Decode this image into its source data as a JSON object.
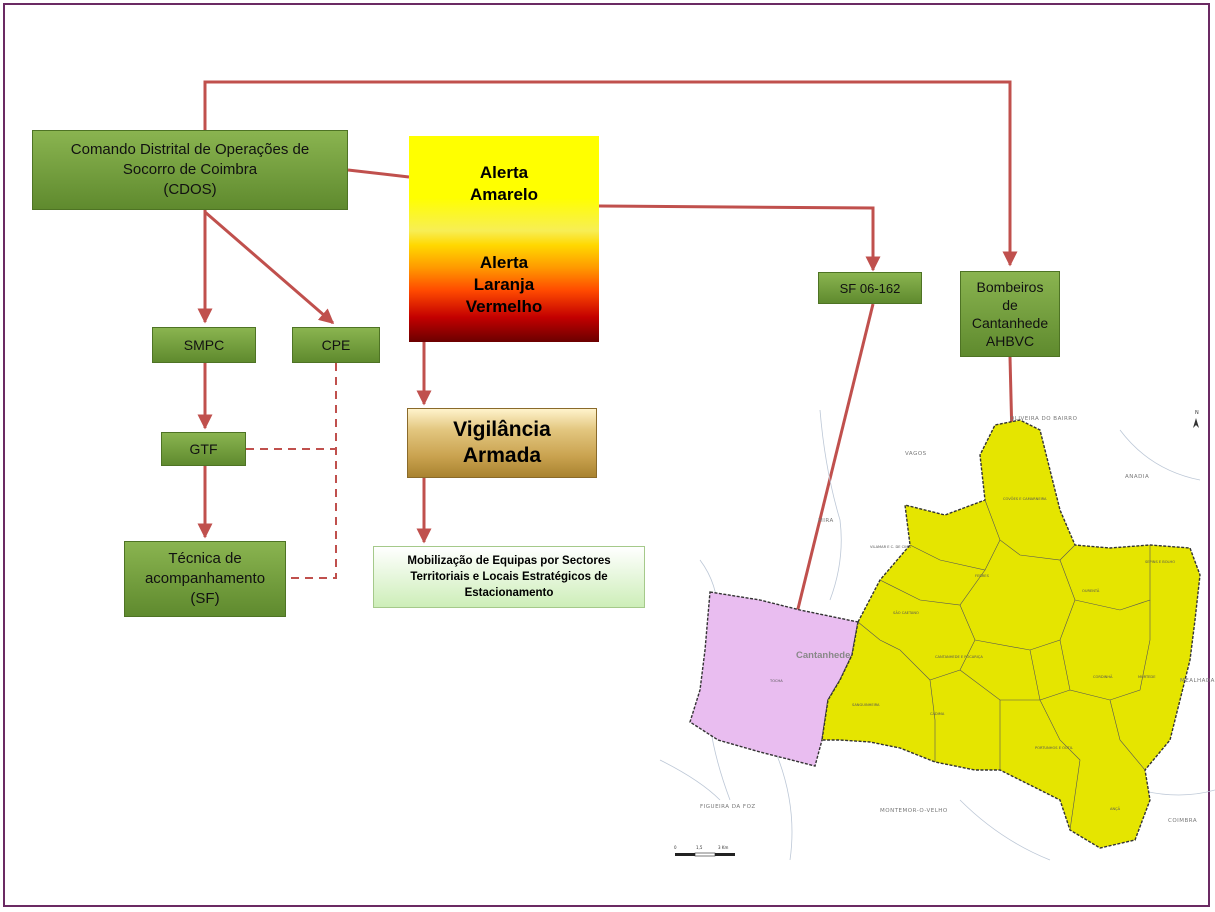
{
  "nodes": {
    "cdos": "Comando Distrital de Operações de\nSocorro de Coimbra\n(CDOS)",
    "smpc": "SMPC",
    "cpe": "CPE",
    "gtf": "GTF",
    "tecnica": "Técnica de\nacompanhamento\n(SF)",
    "alerta_amarelo": "Alerta\nAmarelo",
    "alerta_laranja": "Alerta\nLaranja\nVermelho",
    "vigilancia": "Vigilância\nArmada",
    "mobilizacao": "Mobilização de Equipas por Sectores\nTerritoriais e Locais Estratégicos de\nEstacionamento",
    "sf": "SF 06-162",
    "bombeiros": "Bombeiros\nde\nCantanhede\nAHBVC"
  },
  "colors": {
    "arrow": "#c0504d",
    "frame": "#6b2a63",
    "node_green": "#77a03f",
    "map_yellow": "#e5e500",
    "map_pink": "#e9bdf0"
  },
  "map": {
    "north": "N",
    "neighbors": {
      "oliveira": "OLIVEIRA DO BAIRRO",
      "vagos": "VAGOS",
      "anadia": "ANADIA",
      "mira": "MIRA",
      "mealhada": "MEALHADA",
      "figueira": "FIGUEIRA DA FOZ",
      "montemor": "MONTEMOR-O-VELHO",
      "coimbra": "COIMBRA"
    },
    "town": "Cantanhede",
    "parishes": {
      "covoes": "COVÕES E CAMARNEIRA",
      "vilamar": "VILAMAR E C. DE CIMA",
      "febres": "FEBRES",
      "ourenta": "OURENTÃ",
      "sepins": "SEPINS E BOLHO",
      "sao_caetano": "SÃO CAETANO",
      "cantanhede_pocarica": "CANTANHEDE E POCARIÇA",
      "tocha": "TOCHA",
      "sanguinheira": "SANGUINHEIRA",
      "cadima": "CADIMA",
      "cordinha": "CORDINHÃ",
      "murtede": "MURTEDE",
      "portunhos": "PORTUNHOS E OUTIL",
      "anca": "ANÇÃ"
    },
    "scale": {
      "t0": "0",
      "t1": "1,5",
      "t2": "3 Km"
    }
  }
}
